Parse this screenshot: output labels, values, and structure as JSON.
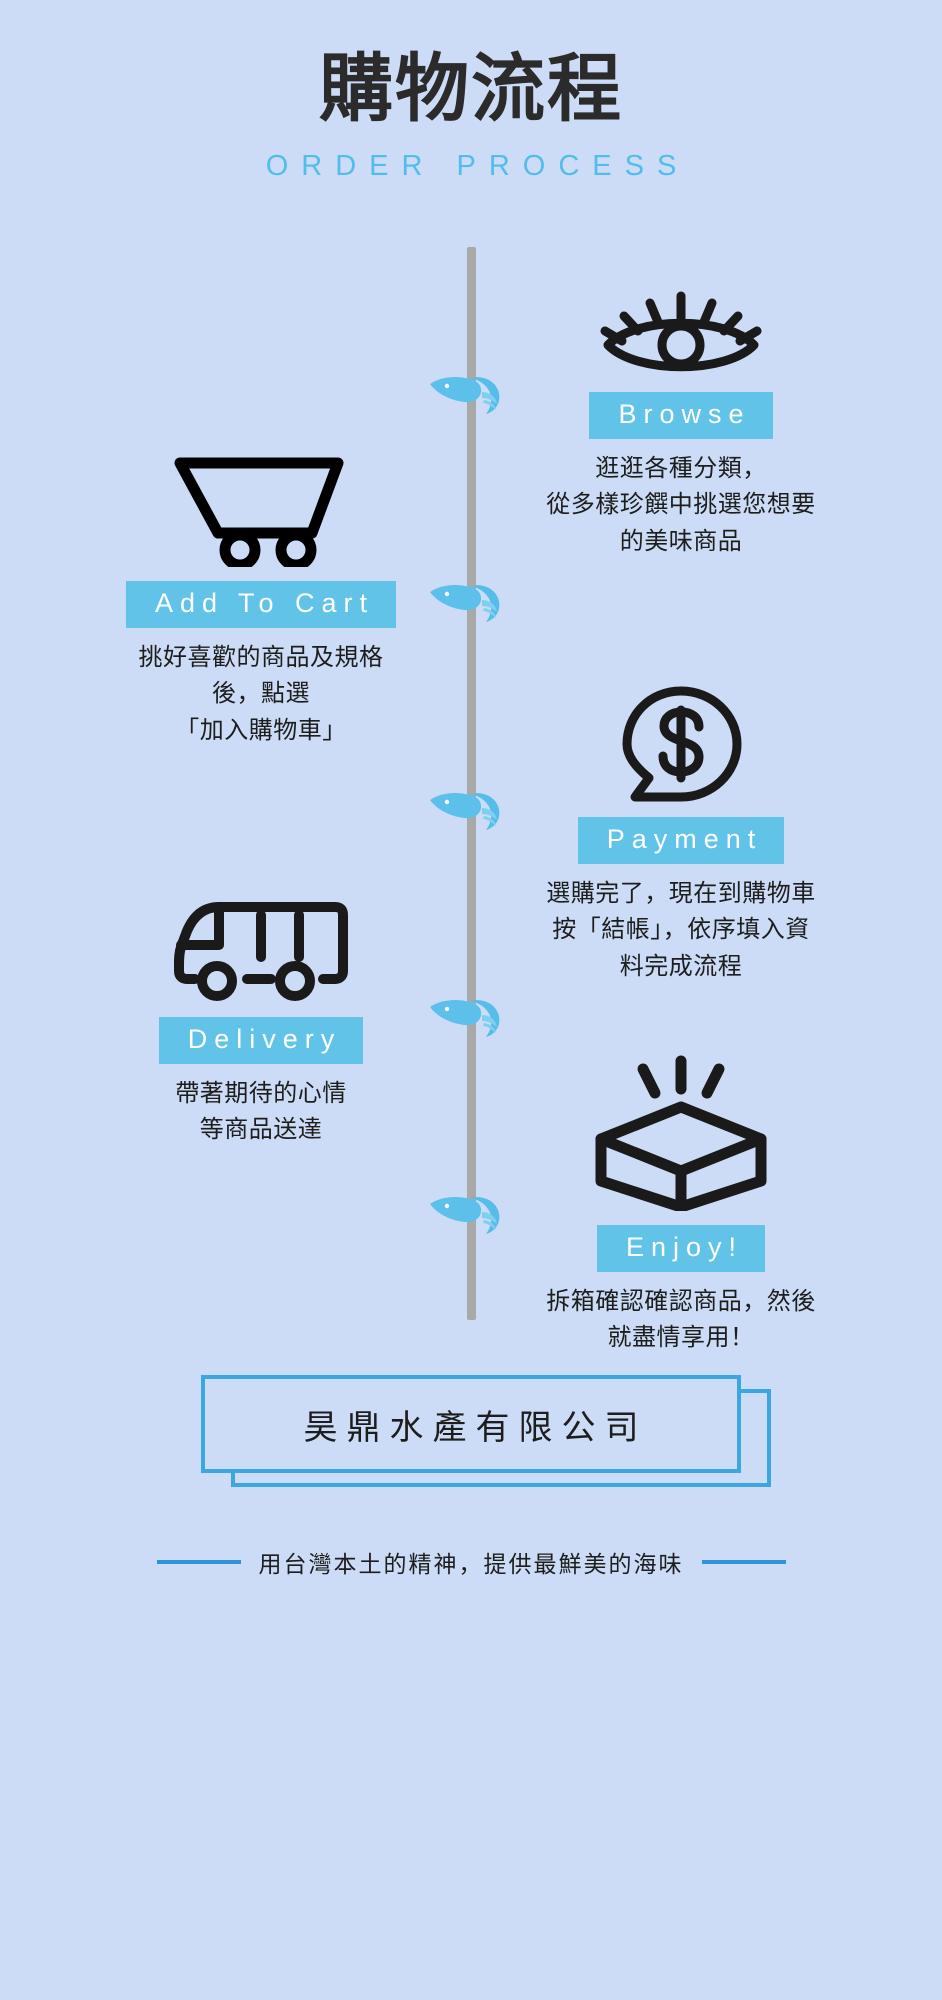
{
  "header": {
    "title": "購物流程",
    "subtitle": "ORDER PROCESS"
  },
  "colors": {
    "background": "#ccdcf6",
    "accent_blue": "#62c3e8",
    "subtitle_blue": "#52bdec",
    "frame_blue": "#3aa7e0",
    "rule_blue": "#2e93d9",
    "icon_black": "#1a1a1a",
    "timeline_gray": "#a9a9a9"
  },
  "steps": [
    {
      "icon": "eye-icon",
      "label": "Browse",
      "description": "逛逛各種分類，\n從多樣珍饌中挑選您想要\n的美味商品",
      "side": "right"
    },
    {
      "icon": "shopping-cart-icon",
      "label": "Add To Cart",
      "description": "挑好喜歡的商品及規格\n後，點選\n「加入購物車」",
      "side": "left"
    },
    {
      "icon": "dollar-speech-bubble-icon",
      "label": "Payment",
      "description": "選購完了，現在到購物車\n按「結帳」，依序填入資\n料完成流程",
      "side": "right"
    },
    {
      "icon": "delivery-truck-icon",
      "label": "Delivery",
      "description": "帶著期待的心情\n等商品送達",
      "side": "left"
    },
    {
      "icon": "open-box-icon",
      "label": "Enjoy!",
      "description": "拆箱確認確認商品，然後\n就盡情享用！",
      "side": "right"
    }
  ],
  "footer": {
    "company_name": "昊鼎水產有限公司",
    "tagline": "用台灣本土的精神，提供最鮮美的海味"
  }
}
